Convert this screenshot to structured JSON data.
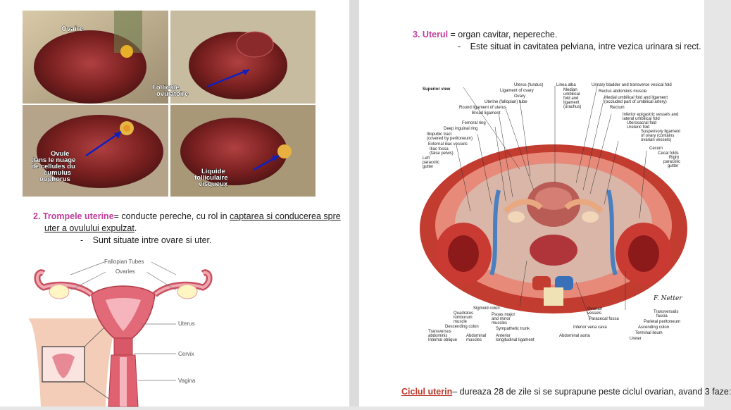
{
  "left": {
    "photo_labels": {
      "ovaire": "Ovaire",
      "follicule_1": "Follicule",
      "follicule_2": "ovulatoire",
      "ovule_1": "Ovule",
      "ovule_2": "dans le nuage",
      "ovule_3": "de cellules du",
      "ovule_4": "cumulus",
      "ovule_5": "oophorus",
      "liquide_1": "Liquide",
      "liquide_2": "folliculaire",
      "liquide_3": "visqueux"
    },
    "item2": {
      "number": "2.",
      "keyword": "Trompele uterine",
      "rest_plain": "= conducte pereche, cu rol in ",
      "rest_underlined": "captarea si conducerea spre",
      "line2_underlined": "uter a ovulului expulzat",
      "line2_end": ".",
      "bullet_dash": "-",
      "bullet": "Sunt situate intre ovare si uter."
    },
    "diagram_labels": {
      "fallopian": "Fallopian Tubes",
      "ovaries": "Ovaries",
      "uterus": "Uterus",
      "cervix": "Cervix",
      "vagina": "Vagina"
    }
  },
  "right": {
    "item3": {
      "number": "3.",
      "keyword": "Uterul",
      "rest": " = organ cavitar, nepereche.",
      "bullet_dash": "-",
      "bullet": "Este situat in cavitatea pelviana, intre vezica urinara si rect."
    },
    "atlas_labels": {
      "superior_view": "Superior view",
      "uterus_fundus": "Uterus (fundus)",
      "lig_ovary": "Ligament of ovary",
      "ovary": "Ovary",
      "tube": "Uterine (fallopian) tube",
      "round_lig": "Round ligament of uterus",
      "broad_lig": "Broad ligament",
      "femoral_ring": "Femoral ring",
      "deep_ring": "Deep inguinal ring",
      "iliopubic": "Iliopubic tract",
      "iliopubic2": "(covered by peritoneum)",
      "ext_iliac": "External iliac vessels",
      "iliac_fossa": "Iliac fossa",
      "iliac_fossa2": "(false pelvis)",
      "left_paracolic": "Left",
      "left_paracolic2": "paracolic",
      "left_paracolic3": "gutter",
      "linea_alba": "Linea alba",
      "median_umb": "Median",
      "median_umb2": "umbilical",
      "median_umb3": "fold and",
      "median_umb4": "ligament",
      "median_umb5": "(urachus)",
      "bladder": "Urinary bladder and transverse vesical fold",
      "rectus": "Rectus abdominis muscle",
      "medial_umb": "Medial umbilical fold and ligament",
      "medial_umb2": "(occluded part of umbilical artery)",
      "rectum": "Rectum",
      "inf_epig": "Inferior epigastric vessels and",
      "inf_epig2": "lateral umbilical fold",
      "uterosacral": "Uterosacral fold",
      "ureteric": "Ureteric fold",
      "suspensory": "Suspensory ligament",
      "suspensory2": "of ovary (contains",
      "suspensory3": "ovarian vessels)",
      "cecum": "Cecum",
      "cecal_folds": "Cecal folds",
      "right_paracolic": "Right",
      "right_paracolic2": "paracolic",
      "right_paracolic3": "gutter",
      "sigmoid": "Sigmoid colon",
      "quadratus": "Quadratus",
      "quadratus2": "lumborum",
      "quadratus3": "muscle",
      "desc_colon": "Descending colon",
      "transversus": "Transversus",
      "transversus2": "abdominis",
      "int_oblique": "Internal oblique",
      "abdominal": "Abdominal",
      "muscles": "muscles",
      "psoas": "Psoas major",
      "psoas2": "and minor",
      "psoas3": "muscles",
      "anterior": "Anterior",
      "ant_long": "longitudinal ligament",
      "symp_trunk": "Sympathetic trunk",
      "abd_aorta": "Abdominal aorta",
      "ivc": "Inferior vena cava",
      "ovarian_vessels": "Ovarian",
      "ovarian_vessels2": "vessels",
      "paracecal": "Paracecal fossa",
      "transversalis": "Transversalis",
      "transversalis2": "fascia",
      "parietal": "Parietal peritoneum",
      "asc_colon": "Ascending colon",
      "terminal_ileum": "Terminal ileum",
      "ureter": "Ureter",
      "signature": "F. Netter"
    },
    "ciclul": {
      "keyword": "Ciclul uterin",
      "rest": "– dureaza 28 de zile si se suprapune peste ciclul ovarian, avand 3 faze:"
    }
  }
}
